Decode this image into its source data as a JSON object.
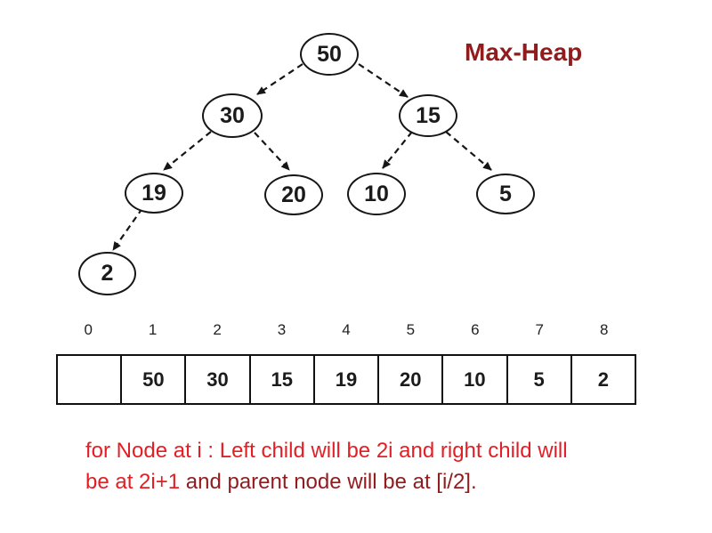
{
  "heading": {
    "title": "Max-Heap"
  },
  "tree": {
    "nodes": [
      {
        "value": "50"
      },
      {
        "value": "30"
      },
      {
        "value": "15"
      },
      {
        "value": "19"
      },
      {
        "value": "20"
      },
      {
        "value": "10"
      },
      {
        "value": "5"
      },
      {
        "value": "2"
      }
    ],
    "edges": [
      {
        "from": "50",
        "to": "30"
      },
      {
        "from": "50",
        "to": "15"
      },
      {
        "from": "30",
        "to": "19"
      },
      {
        "from": "30",
        "to": "20"
      },
      {
        "from": "15",
        "to": "10"
      },
      {
        "from": "15",
        "to": "5"
      },
      {
        "from": "19",
        "to": "2"
      }
    ]
  },
  "array": {
    "indices": [
      "0",
      "1",
      "2",
      "3",
      "4",
      "5",
      "6",
      "7",
      "8"
    ],
    "cells": [
      "",
      "50",
      "30",
      "15",
      "19",
      "20",
      "10",
      "5",
      "2"
    ]
  },
  "caption": {
    "line1": "for Node at i : Left child will be 2i and right child will",
    "line2_highlight": "be at 2i+1",
    "line2_rest": " and parent node will be at [i/2]."
  },
  "colors": {
    "bright_red": "#e41e25",
    "dark_red": "#911c1e",
    "ink": "#161616"
  }
}
